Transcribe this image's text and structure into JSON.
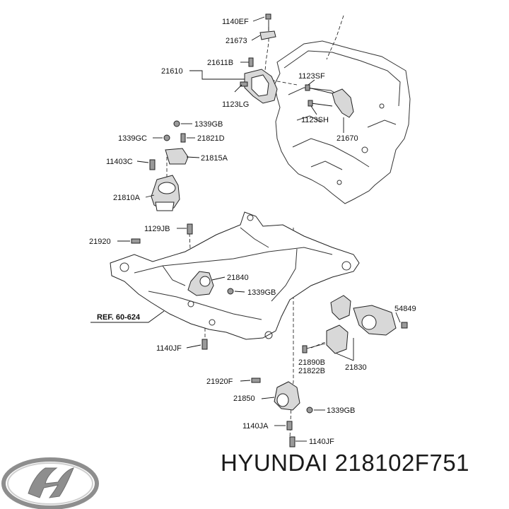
{
  "labels": {
    "p1140EF": "1140EF",
    "p21673": "21673",
    "p21611B": "21611B",
    "p21610": "21610",
    "p1123LG": "1123LG",
    "p1123SF": "1123SF",
    "p1123SH": "1123SH",
    "p21670": "21670",
    "p1339GB_a": "1339GB",
    "p1339GC": "1339GC",
    "p21821D": "21821D",
    "p11403C": "11403C",
    "p21815A": "21815A",
    "p21810A": "21810A",
    "p1129JB": "1129JB",
    "p21920": "21920",
    "p21840": "21840",
    "p1339GB_b": "1339GB",
    "pRef": "REF. 60-624",
    "p54849": "54849",
    "p1140JF_a": "1140JF",
    "p21890B": "21890B",
    "p21822B": "21822B",
    "p21830": "21830",
    "p21920F": "21920F",
    "p21850": "21850",
    "p1339GB_c": "1339GB",
    "p1140JA": "1140JA",
    "p1140JF_b": "1140JF"
  },
  "caption": "HYUNDAI 218102F751",
  "logo": {
    "icon": "hyundai-logo-icon",
    "color": "#9a9a9a"
  }
}
